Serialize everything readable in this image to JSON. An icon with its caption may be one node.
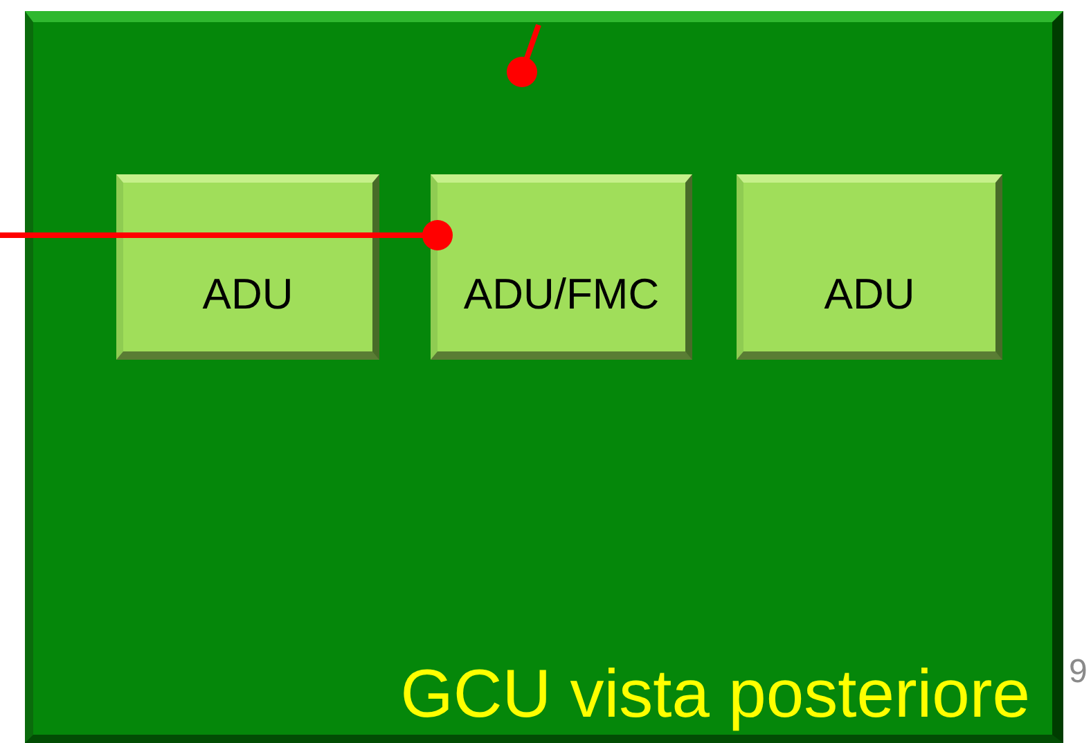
{
  "diagram": {
    "nodes": [
      {
        "text": [
          "GCU vista posteriore"
        ]
      },
      {
        "text": [
          "ADU"
        ],
        "in": 0
      },
      {
        "text": [
          "ADU/FMC"
        ],
        "in": 0
      },
      {
        "text": [
          "ADU"
        ],
        "in": 0
      }
    ],
    "edges": [
      {
        "from": null,
        "to": 0,
        "arrow": "other",
        "color": "#ff0000"
      },
      {
        "from": null,
        "to": 2,
        "arrow": "other",
        "color": "#ff0000"
      }
    ],
    "labels": [
      "9"
    ]
  }
}
